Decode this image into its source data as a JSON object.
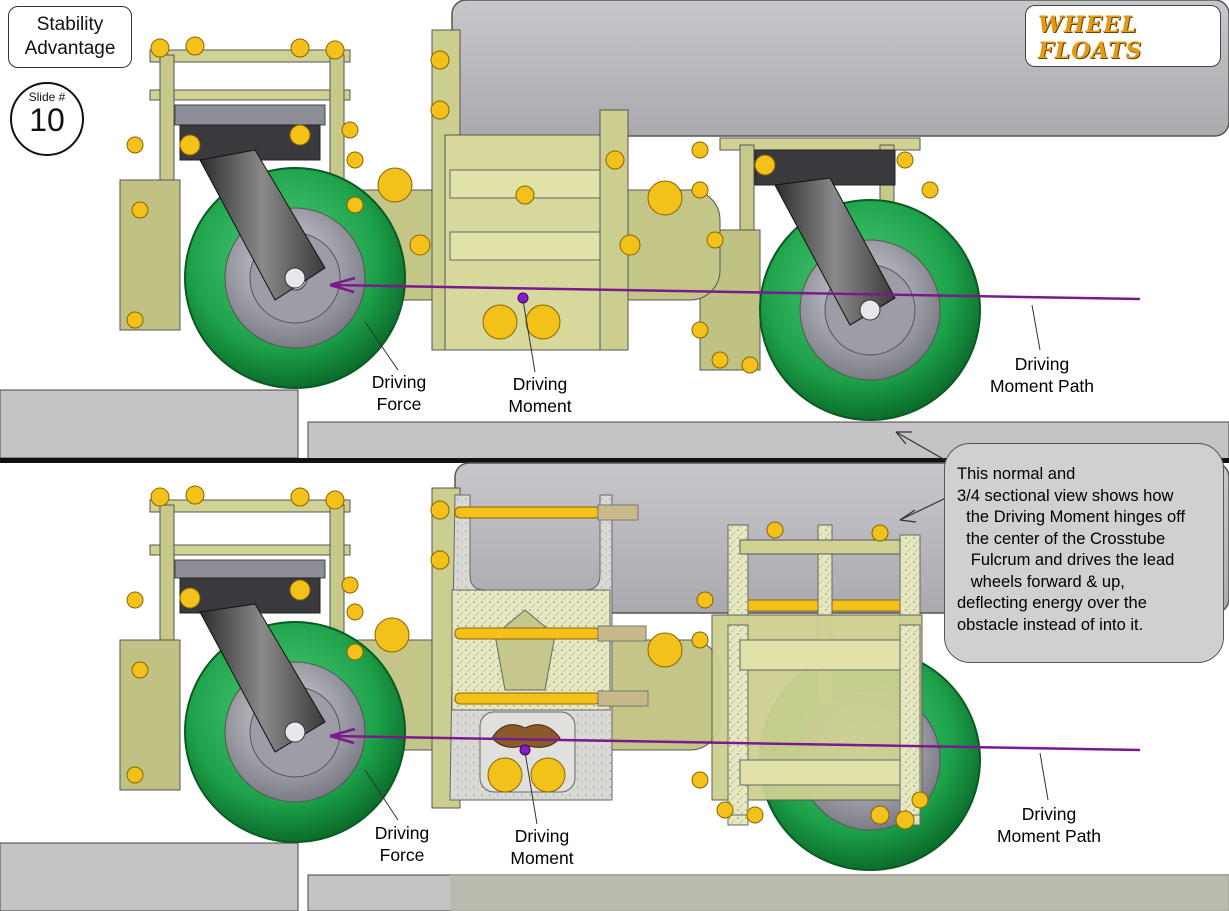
{
  "header": {
    "title_line1": "Stability",
    "title_line2": "Advantage",
    "slide_label": "Slide #",
    "slide_number": "10",
    "logo_text": "WHEEL FLOATS"
  },
  "colors": {
    "wheel_green": "#1ea24a",
    "frame_olive": "#c9cc8a",
    "bolt_gold": "#f2c21a",
    "moment_purple": "#7a1a8e",
    "deck_gray": "#b9b9bd",
    "note_gray": "#d0d0d0"
  },
  "top_view": {
    "force_l1": "Driving",
    "force_l2": "Force",
    "moment_l1": "Driving",
    "moment_l2": "Moment",
    "path_l1": "Driving",
    "path_l2": "Moment Path"
  },
  "bottom_view": {
    "force_l1": "Driving",
    "force_l2": "Force",
    "moment_l1": "Driving",
    "moment_l2": "Moment",
    "path_l1": "Driving",
    "path_l2": "Moment Path"
  },
  "note": {
    "lines": [
      "This normal and",
      "3/4 sectional view shows how",
      "  the Driving Moment hinges off",
      "  the center of the Crosstube",
      "   Fulcrum and drives the lead",
      "   wheels forward & up,",
      "deflecting energy over the",
      "obstacle instead of into it."
    ]
  }
}
